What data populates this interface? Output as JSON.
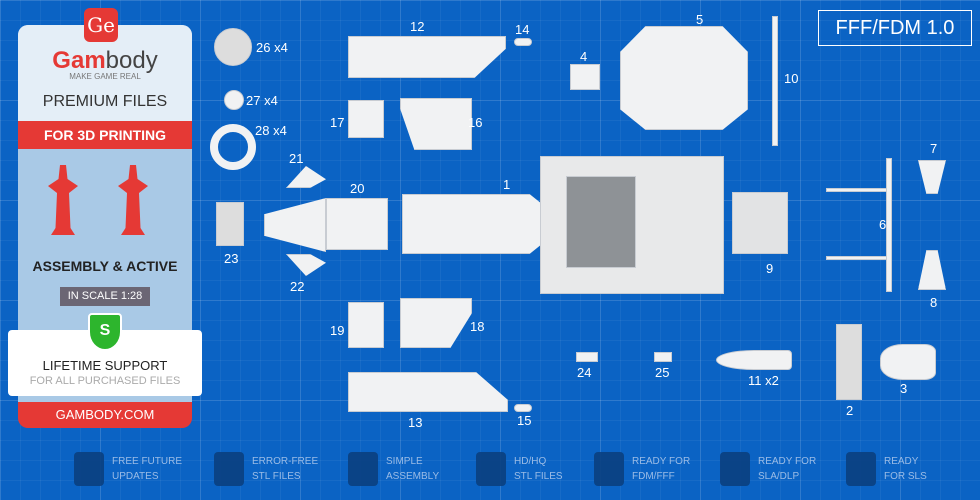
{
  "promo": {
    "logo_badge": "Ge",
    "brand_a": "Gam",
    "brand_b": "body",
    "slogan": "MAKE GAME REAL",
    "premium": "PREMIUM FILES",
    "for3d": "FOR 3D PRINTING",
    "assembly": "ASSEMBLY & ACTIVE",
    "scale": "IN SCALE 1:28",
    "shield": "S",
    "support": "LIFETIME SUPPORT",
    "support_sub": "FOR ALL PURCHASED FILES",
    "site": "GAMBODY.COM"
  },
  "version": "FFF/FDM 1.0",
  "parts": {
    "p1": "1",
    "p2": "2",
    "p3": "3",
    "p4": "4",
    "p5": "5",
    "p6": "6",
    "p7": "7",
    "p8": "8",
    "p9": "9",
    "p10": "10",
    "p11": "11 x2",
    "p12": "12",
    "p13": "13",
    "p14": "14",
    "p15": "15",
    "p16": "16",
    "p17": "17",
    "p18": "18",
    "p19": "19",
    "p20": "20",
    "p21": "21",
    "p22": "22",
    "p23": "23",
    "p24": "24",
    "p25": "25",
    "p26": "26 x4",
    "p27": "27 x4",
    "p28": "28 x4"
  },
  "features": [
    {
      "l1": "FREE FUTURE",
      "l2": "UPDATES"
    },
    {
      "l1": "ERROR-FREE",
      "l2": "STL FILES"
    },
    {
      "l1": "SIMPLE",
      "l2": "ASSEMBLY"
    },
    {
      "l1": "HD/HQ",
      "l2": "STL FILES"
    },
    {
      "l1": "READY FOR",
      "l2": "FDM/FFF"
    },
    {
      "l1": "READY FOR",
      "l2": "SLA/DLP"
    },
    {
      "l1": "READY",
      "l2": "FOR SLS"
    }
  ]
}
